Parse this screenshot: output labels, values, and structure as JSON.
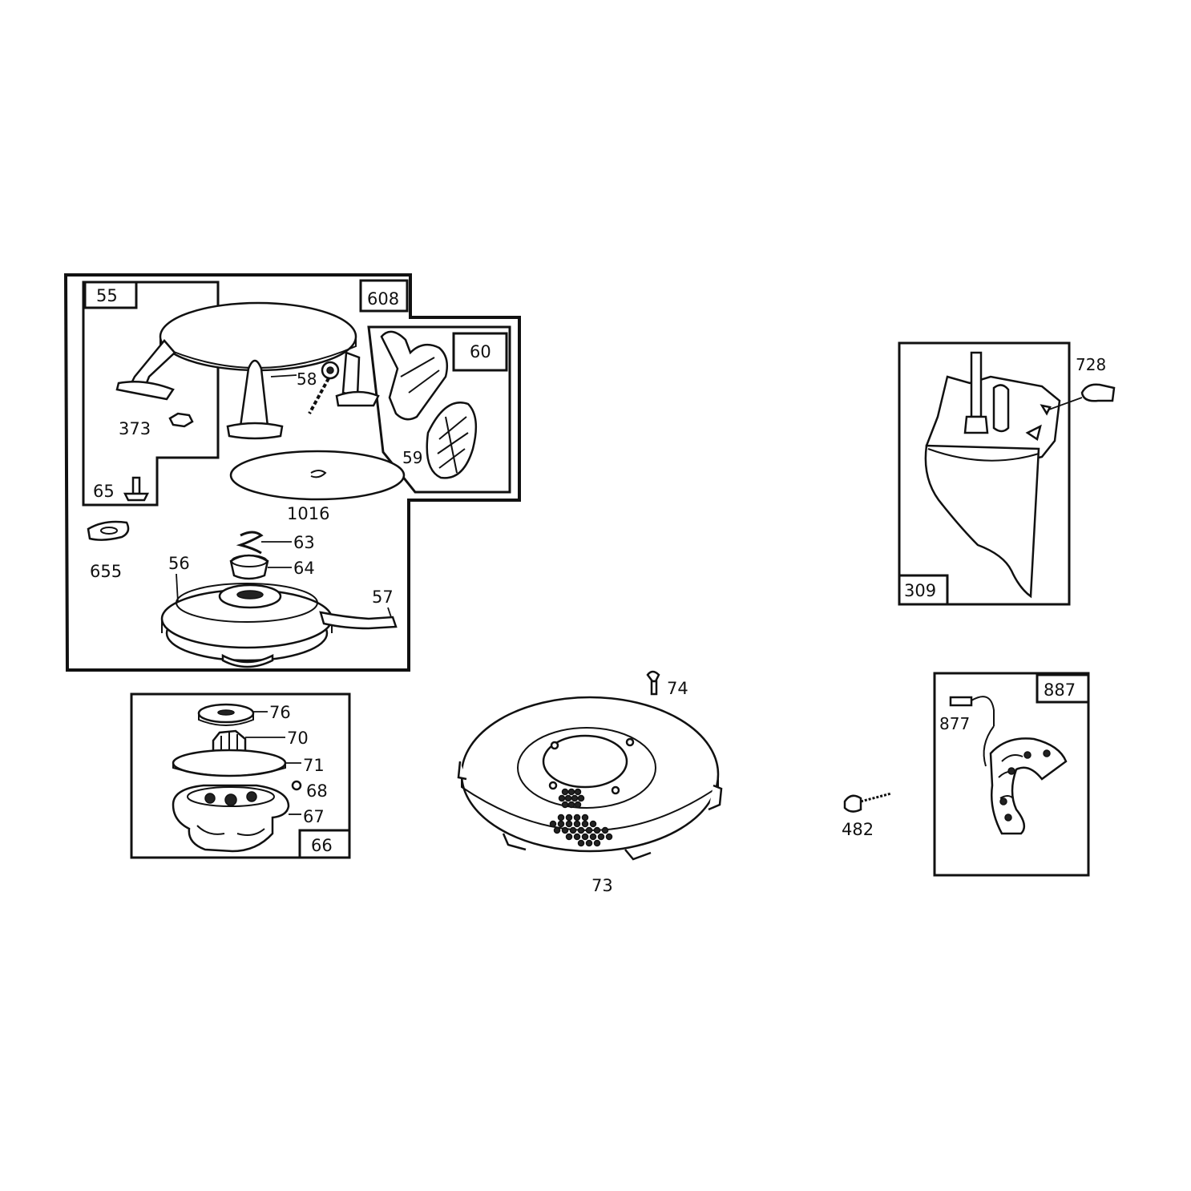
{
  "diagram": {
    "group_tags": {
      "g55": "55",
      "g608": "608",
      "g60": "60",
      "g66": "66",
      "g309": "309",
      "g887": "887"
    },
    "part_labels": {
      "p58": "58",
      "p373": "373",
      "p65": "65",
      "p1016": "1016",
      "p59": "59",
      "p655": "655",
      "p63": "63",
      "p64": "64",
      "p56": "56",
      "p57": "57",
      "p76": "76",
      "p70": "70",
      "p71": "71",
      "p68": "68",
      "p67": "67",
      "p74": "74",
      "p73": "73",
      "p728": "728",
      "p877": "877",
      "p482": "482"
    }
  }
}
